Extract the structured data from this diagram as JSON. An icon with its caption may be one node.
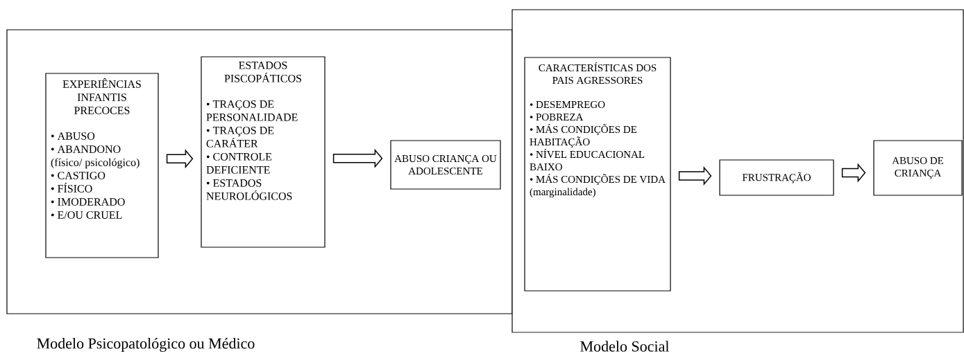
{
  "diagram": {
    "nodes": [
      {
        "text": [
          "Modelo Psicopatológico ou Médico"
        ]
      },
      {
        "text": [
          "EXPERIÊNCIAS INFANTIS PRECOCES",
          "• ABUSO",
          "• ABANDONO (físico/ psicológico)",
          "• CASTIGO",
          "• FÍSICO",
          "• IMODERADO",
          "• E/OU CRUEL"
        ],
        "in": 0
      },
      {
        "text": [
          "ESTADOS PISCOPÁTICOS",
          "• TRAÇOS DE PERSONALIDADE",
          "• TRAÇOS DE CARÁTER",
          "• CONTROLE DEFICIENTE",
          "• ESTADOS NEUROLÓGICOS"
        ],
        "in": 0
      },
      {
        "text": [
          "ABUSO CRIANÇA OU ADOLESCENTE"
        ],
        "in": 0
      },
      {
        "text": [
          "Modelo Social"
        ]
      },
      {
        "text": [
          "CARACTERÍSTICAS DOS PAIS AGRESSORES",
          "• DESEMPREGO",
          "• POBREZA",
          "• MÁS CONDIÇÕES DE HABITAÇÃO",
          "• NÍVEL EDUCACIONAL BAIXO",
          "• MÁS CONDIÇÕES DE VIDA (marginalidade)"
        ],
        "in": 4
      },
      {
        "text": [
          "FRUSTRAÇÃO"
        ],
        "in": 4
      },
      {
        "text": [
          "ABUSO DE CRIANÇA"
        ],
        "in": 4
      }
    ],
    "edges": [
      {
        "from": 1,
        "to": 2,
        "arrow": "to"
      },
      {
        "from": 2,
        "to": 3,
        "arrow": "to"
      },
      {
        "from": 5,
        "to": 6,
        "arrow": "to"
      },
      {
        "from": 6,
        "to": 7,
        "arrow": "to"
      }
    ]
  }
}
